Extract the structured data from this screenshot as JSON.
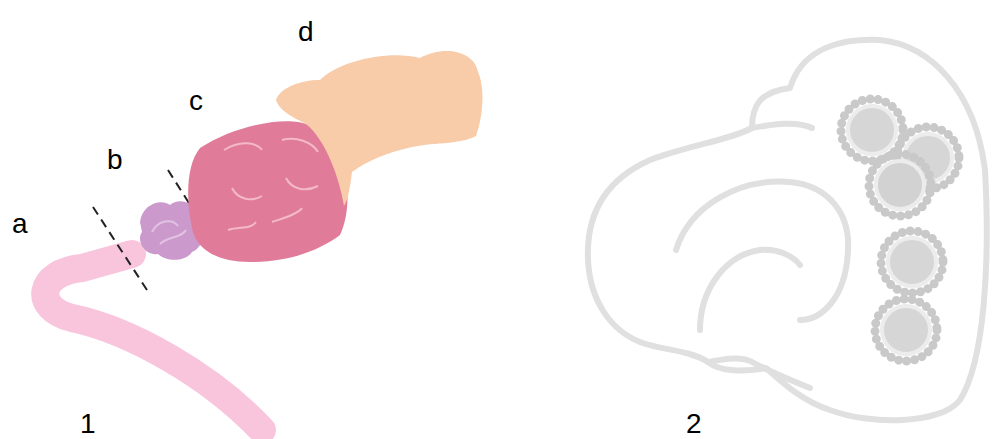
{
  "diagram": {
    "labels": [
      "d",
      "c",
      "b",
      "a",
      "1",
      "2"
    ]
  }
}
